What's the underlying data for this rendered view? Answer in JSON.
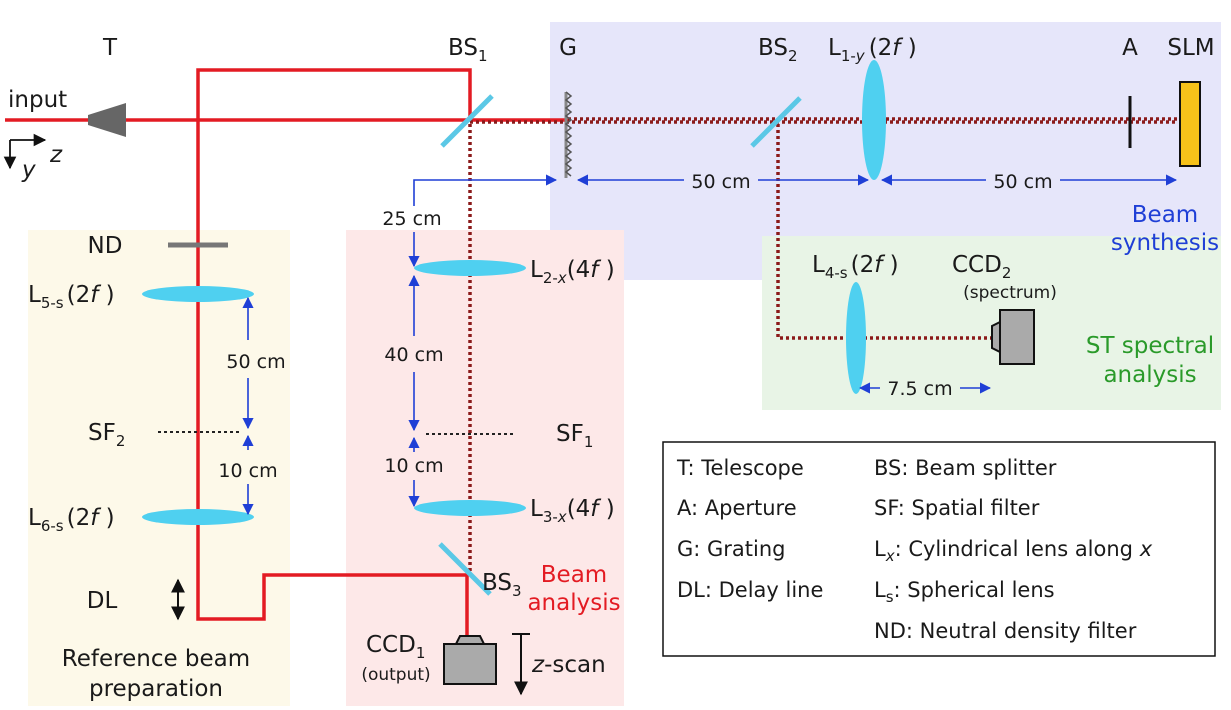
{
  "labels": {
    "telescope": "T",
    "input": "input",
    "axis_y": "y",
    "axis_z": "z",
    "bs1": "BS",
    "bs1_sub": "1",
    "grating": "G",
    "bs2": "BS",
    "bs2_sub": "2",
    "l1": "L",
    "l1_sub": "1-",
    "l1_sub_var": "y",
    "l1_focal": "(2",
    "l1_f": "f",
    "l1_close": " )",
    "aperture": "A",
    "slm": "SLM",
    "beam_synthesis_1": "Beam",
    "beam_synthesis_2": "synthesis",
    "nd": "ND",
    "l5": "L",
    "l5_sub": "5-s",
    "l5_focal": "(2",
    "l5_f": "f",
    "l5_close": " )",
    "sf2": "SF",
    "sf2_sub": "2",
    "l6": "L",
    "l6_sub": "6-s",
    "l6_focal": "(2",
    "l6_f": "f",
    "l6_close": " )",
    "dl": "DL",
    "ref_prep_1": "Reference beam",
    "ref_prep_2": "preparation",
    "l2": "L",
    "l2_sub": "2-",
    "l2_sub_var": "x",
    "l2_focal": "(4",
    "l2_f": "f",
    "l2_close": " )",
    "sf1": "SF",
    "sf1_sub": "1",
    "l3": "L",
    "l3_sub": "3-",
    "l3_sub_var": "x",
    "l3_focal": "(4",
    "l3_f": "f",
    "l3_close": " )",
    "bs3": "BS",
    "bs3_sub": "3",
    "beam_analysis_1": "Beam",
    "beam_analysis_2": "analysis",
    "ccd1": "CCD",
    "ccd1_sub": "1",
    "ccd1_note": "(output)",
    "zscan_var": "z",
    "zscan": "-scan",
    "l4": "L",
    "l4_sub": "4-s",
    "l4_focal": "(2",
    "l4_f": "f",
    "l4_close": " )",
    "ccd2": "CCD",
    "ccd2_sub": "2",
    "ccd2_note": "(spectrum)",
    "st_1": "ST spectral",
    "st_2": "analysis"
  },
  "distances": {
    "d_g_l1": "50 cm",
    "d_l1_slm": "50 cm",
    "d_25": "25 cm",
    "d_40": "40 cm",
    "d_10_analysis": "10 cm",
    "d_50_ref": "50 cm",
    "d_10_ref": "10 cm",
    "d_75": "7.5 cm"
  },
  "legend": {
    "col1": [
      "T: Telescope",
      "A: Aperture",
      "G: Grating",
      "DL: Delay line"
    ],
    "col2_bs": "BS: Beam splitter",
    "col2_sf": "SF: Spatial filter",
    "col2_lx_a": "L",
    "col2_lx_sub": "x",
    "col2_lx_b": ": Cylindrical lens along ",
    "col2_lx_var": "x",
    "col2_ls_a": "L",
    "col2_ls_sub": "s",
    "col2_ls_b": ": Spherical lens",
    "col2_nd": "ND: Neutral density filter"
  },
  "colors": {
    "synthesis_bg": "#e6e6fa",
    "reference_bg": "#fdf9e9",
    "analysis_bg": "#fde8e8",
    "spectral_bg": "#e8f4e6",
    "beam": "#e31b23",
    "dotted_beam": "#8b1a1a",
    "lens": "#4fd0f0",
    "dimension": "#1f3fd6",
    "slm": "#f7c21a",
    "synthesis_text": "#1f3fd6",
    "analysis_text": "#e31b23",
    "spectral_text": "#2a9a2a"
  },
  "icons": [
    "telescope-icon",
    "grating-icon",
    "beam-splitter-icon",
    "cylindrical-lens-icon",
    "aperture-icon",
    "slm-icon",
    "ccd-camera-icon",
    "neutral-density-filter-icon",
    "spatial-filter-icon",
    "double-arrow-icon"
  ]
}
